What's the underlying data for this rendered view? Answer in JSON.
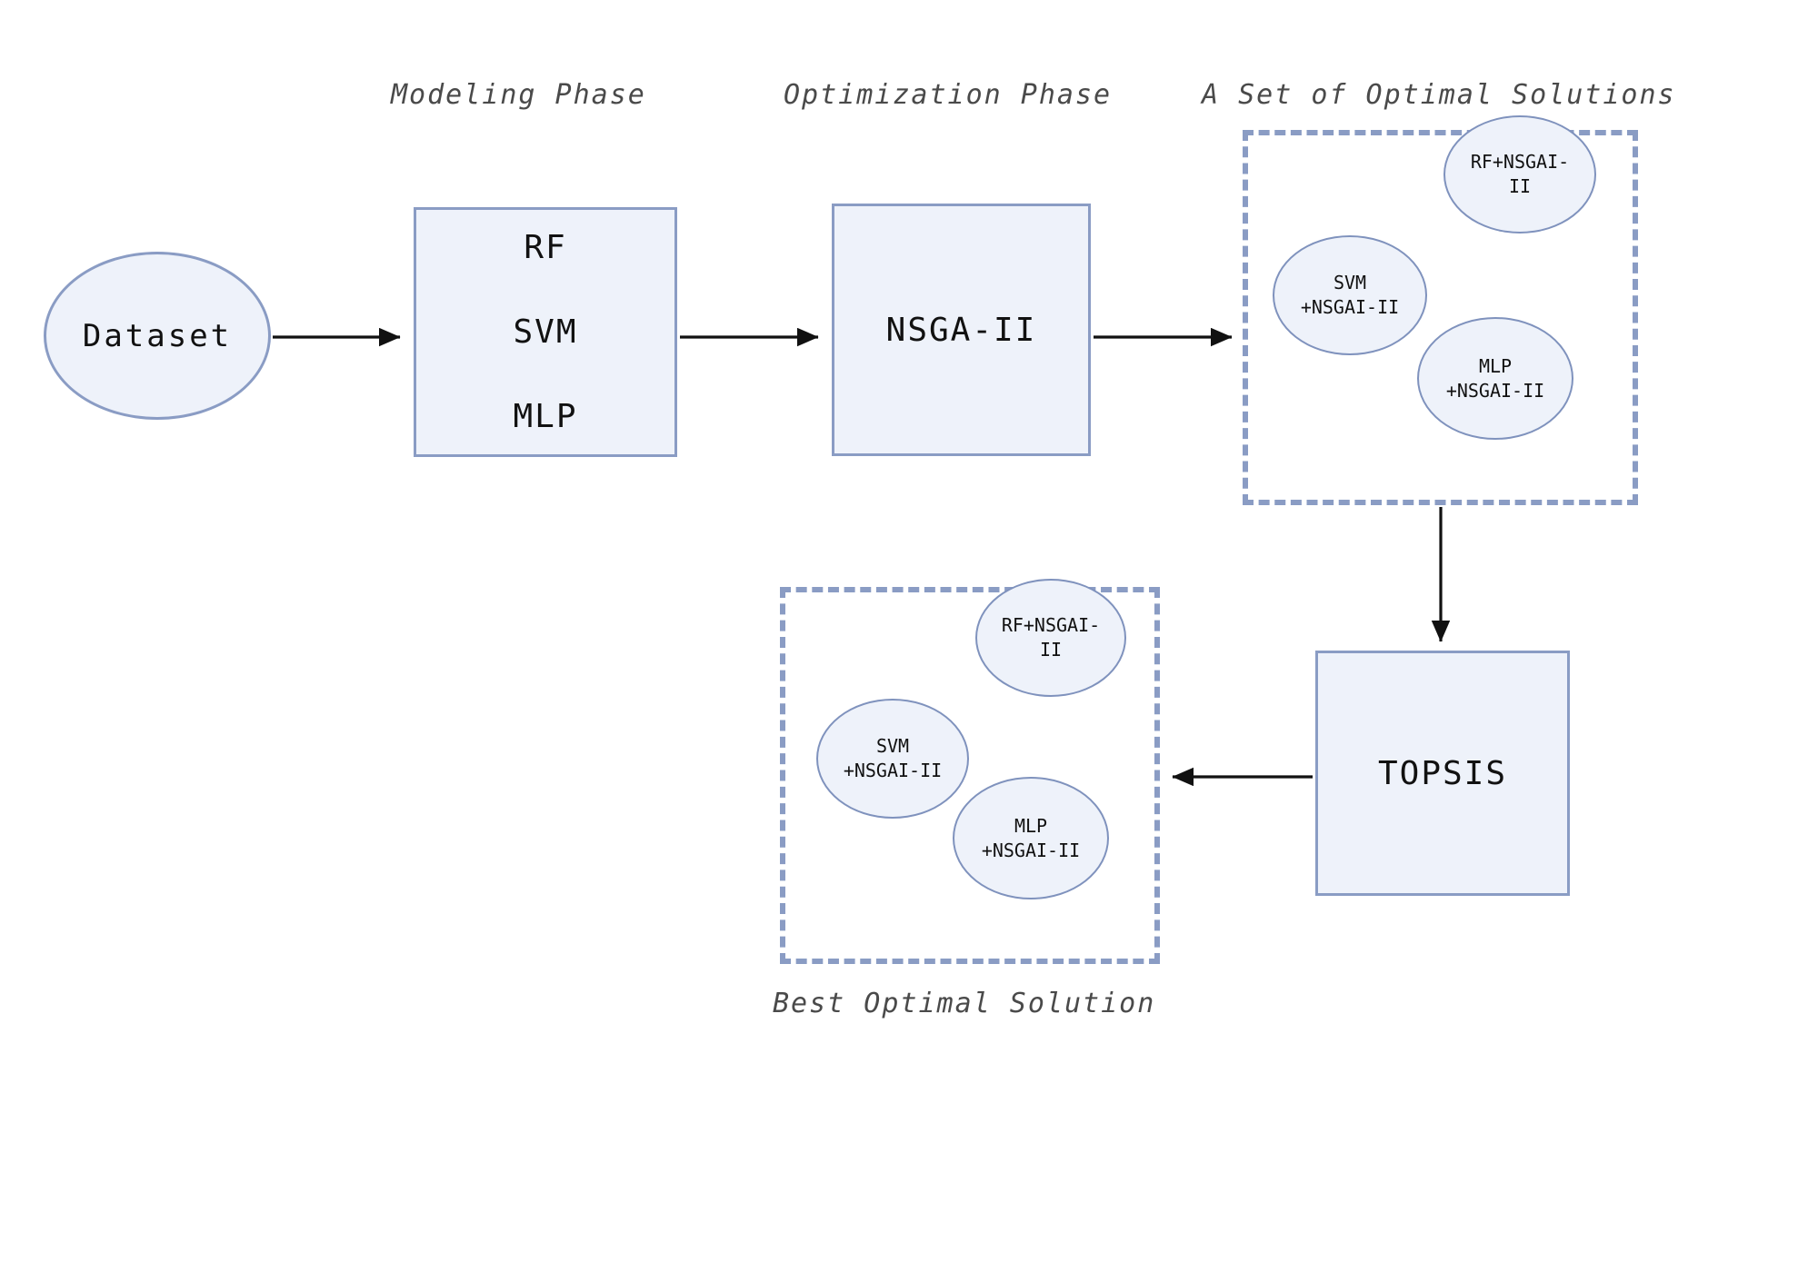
{
  "diagram": {
    "title": "Modeling-Optimization-Decision workflow",
    "colors": {
      "node_fill": "#eef2fa",
      "node_stroke": "#8a9cc4",
      "group_stroke": "#8a9cc4",
      "arrow": "#111111",
      "label_text": "#4a4a4a",
      "node_text": "#111111",
      "background": "#ffffff"
    },
    "labels": {
      "modeling_phase": "Modeling Phase",
      "optimization_phase": "Optimization Phase",
      "optimal_solutions": "A Set of Optimal Solutions",
      "best_optimal_solution": "Best Optimal Solution"
    },
    "nodes": {
      "dataset": {
        "label": "Dataset"
      },
      "models": {
        "lines": [
          "RF",
          "SVM",
          "MLP"
        ]
      },
      "nsga": {
        "label": "NSGA-II"
      },
      "topsis": {
        "label": "TOPSIS"
      }
    },
    "solution_set_top": {
      "items": [
        {
          "line1": "RF+NSGAI-",
          "line2": "II"
        },
        {
          "line1": "SVM",
          "line2": "+NSGAI-II"
        },
        {
          "line1": "MLP",
          "line2": "+NSGAI-II"
        }
      ]
    },
    "solution_set_bottom": {
      "items": [
        {
          "line1": "RF+NSGAI-",
          "line2": "II"
        },
        {
          "line1": "SVM",
          "line2": "+NSGAI-II"
        },
        {
          "line1": "MLP",
          "line2": "+NSGAI-II"
        }
      ]
    },
    "edges": [
      {
        "name": "dataset-to-models",
        "direction": "right"
      },
      {
        "name": "models-to-nsga",
        "direction": "right"
      },
      {
        "name": "nsga-to-solution-set",
        "direction": "right"
      },
      {
        "name": "solution-set-to-topsis",
        "direction": "down"
      },
      {
        "name": "topsis-to-best-solution",
        "direction": "left"
      }
    ]
  }
}
